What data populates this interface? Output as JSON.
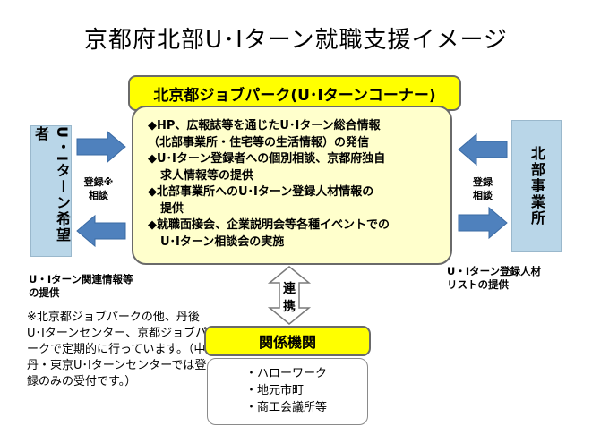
{
  "title": "京都府北部U･Iターン就職支援イメージ",
  "center": {
    "title": "北京都ジョブパーク(U･Iターンコーナー)",
    "bullets": [
      "◆HP、広報誌等を通じたU･Iターン総合情報",
      "（北部事業所・住宅等の生活情報）の発信",
      "◆U･Iターン登録者への個別相談、京都府独自",
      "求人情報等の提供",
      "◆北部事業所へのU･Iターン登録人材情報の",
      "提供",
      "◆就職面接会、企業説明会等各種イベントでの",
      "U･Iターン相談会の実施"
    ]
  },
  "left_box": {
    "label": "U・Iターン希望者"
  },
  "right_box": {
    "label": "北部事業所"
  },
  "left_arrow_label": [
    "登録※",
    "相談"
  ],
  "right_arrow_label": [
    "登録",
    "相談"
  ],
  "left_caption": [
    "U・Iターン関連情報等",
    "の提供"
  ],
  "right_caption": [
    "U・Iターン登録人材",
    "リストの提供"
  ],
  "note": "※北京都ジョブパークの他、丹後U･Iターンセンター、京都ジョブパークで定期的に行っています。（中丹・東京U･Iターンセンターでは登録のみの受付です。）",
  "link_label": [
    "連",
    "携"
  ],
  "agencies": {
    "title": "関係機関",
    "items": [
      "・ハローワーク",
      "・地元市町",
      "・商工会議所等"
    ]
  },
  "colors": {
    "arrow": "#4f81bd",
    "yellow": "#ffff00",
    "pale_yellow": "#ffffcc",
    "side": "#b9d6e8"
  }
}
